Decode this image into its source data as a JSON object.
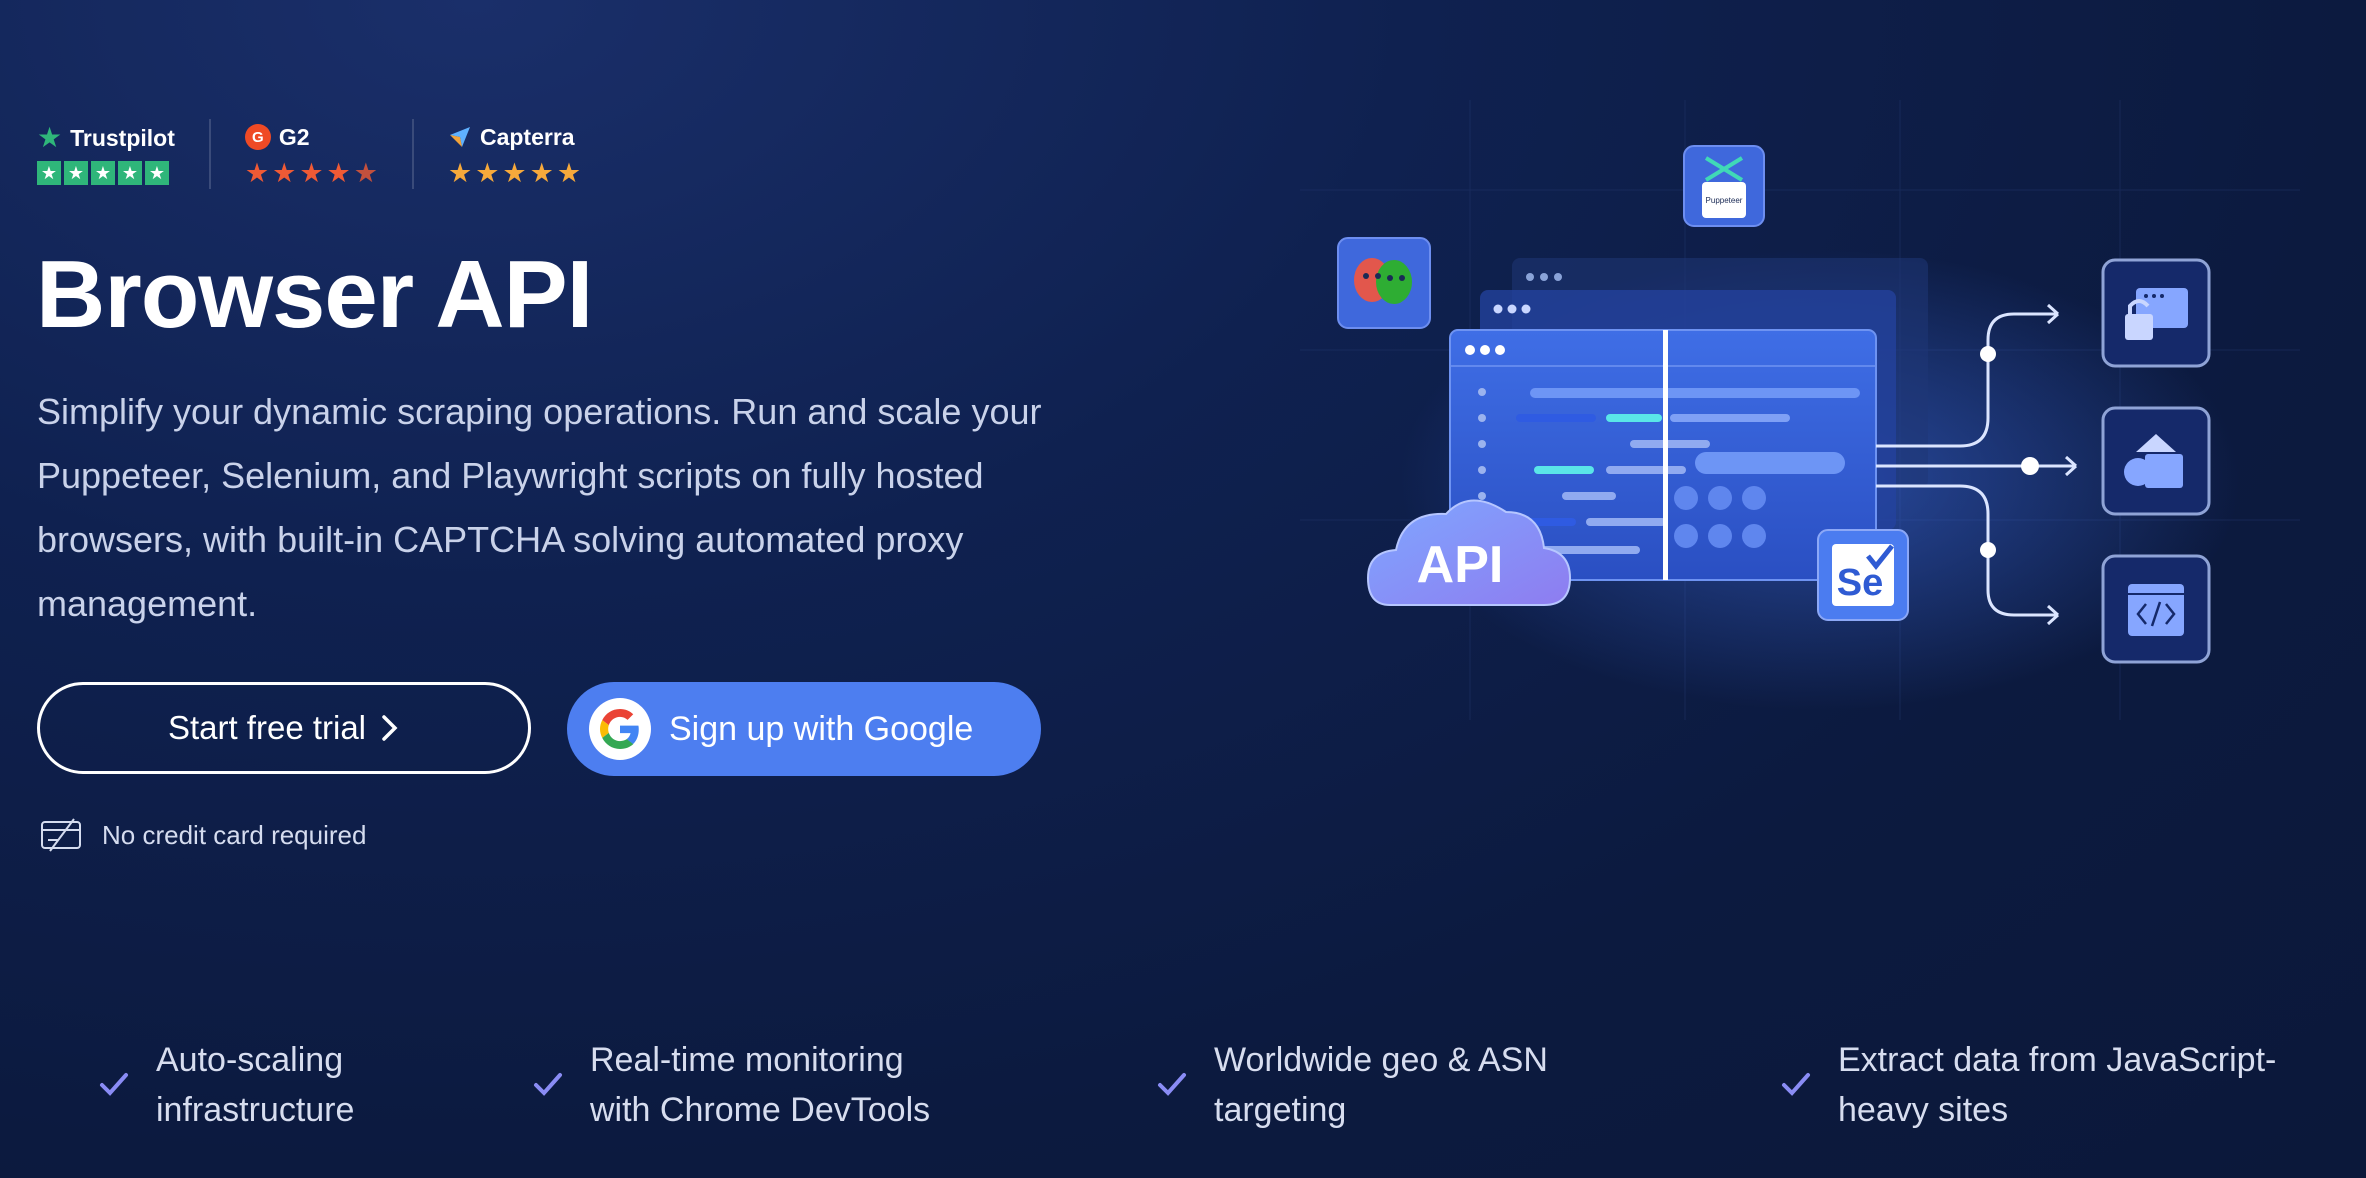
{
  "ratings": {
    "trustpilot": {
      "label": "Trustpilot"
    },
    "g2": {
      "label": "G2",
      "logo_text": "G"
    },
    "capterra": {
      "label": "Capterra"
    }
  },
  "hero": {
    "title": "Browser API",
    "description": "Simplify your dynamic scraping operations. Run and scale your Puppeteer, Selenium, and Playwright scripts on fully hosted browsers, with built-in CAPTCHA solving automated proxy management."
  },
  "cta": {
    "trial_label": "Start free trial",
    "google_label": "Sign up with Google",
    "no_cc": "No credit card required"
  },
  "illustration": {
    "api_label": "API",
    "selenium_label": "Se",
    "puppeteer_label": "Puppeteer"
  },
  "features": [
    {
      "line1": "Auto-scaling",
      "line2": "infrastructure"
    },
    {
      "line1": "Real-time monitoring",
      "line2": "with Chrome DevTools"
    },
    {
      "line1": "Worldwide geo & ASN",
      "line2": "targeting"
    },
    {
      "line1": "Extract data from JavaScript-",
      "line2": "heavy sites"
    }
  ],
  "colors": {
    "background": "#0c1a3f",
    "accent": "#4d7ef0",
    "check": "#8a8cf5",
    "trustpilot": "#2fb67a",
    "g2": "#ef5a35",
    "capterra": "#f6a93b"
  }
}
